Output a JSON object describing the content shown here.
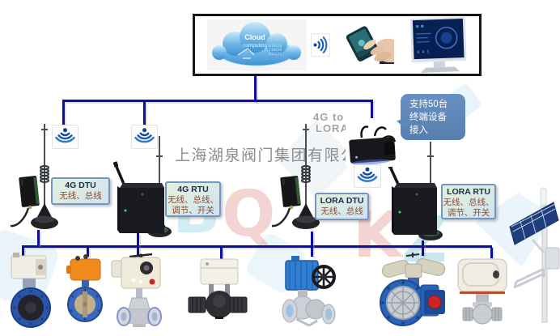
{
  "watermark": {
    "company": "上海湖泉阀门集团有限公司",
    "letters": [
      "B",
      "Q",
      "K",
      "Z"
    ]
  },
  "top_box": {
    "cloud": {
      "title": "Cloud",
      "subtitle": "computing"
    }
  },
  "gateway": {
    "caption_line1": "4G to",
    "caption_line2": "LORA",
    "bubble": {
      "line1": "支持50台",
      "line2": "终端设备",
      "line3": "接入"
    }
  },
  "device_labels": [
    {
      "title": "4G DTU",
      "line1": "无线、总线"
    },
    {
      "title": "4G RTU",
      "line1": "无线、总线、",
      "line2": "调节、开关"
    },
    {
      "title": "LORA DTU",
      "line1": "无线、总线"
    },
    {
      "title": "LORA RTU",
      "line1": "无线、总线、",
      "line2": "调节、开关"
    }
  ],
  "icons": {
    "wifi_down": "wifi-signal-icon",
    "wifi_right": "wifi-signal-icon",
    "cloud": "cloud-computing",
    "phone": "hand-with-phone",
    "monitor": "desktop-monitor"
  },
  "colors": {
    "line": "#0d0d9e",
    "label_border": "#7495c2",
    "bubble_bg": "#5e88ba",
    "accent_orange": "#f08a1e",
    "valve_blue": "#2a62b8"
  }
}
